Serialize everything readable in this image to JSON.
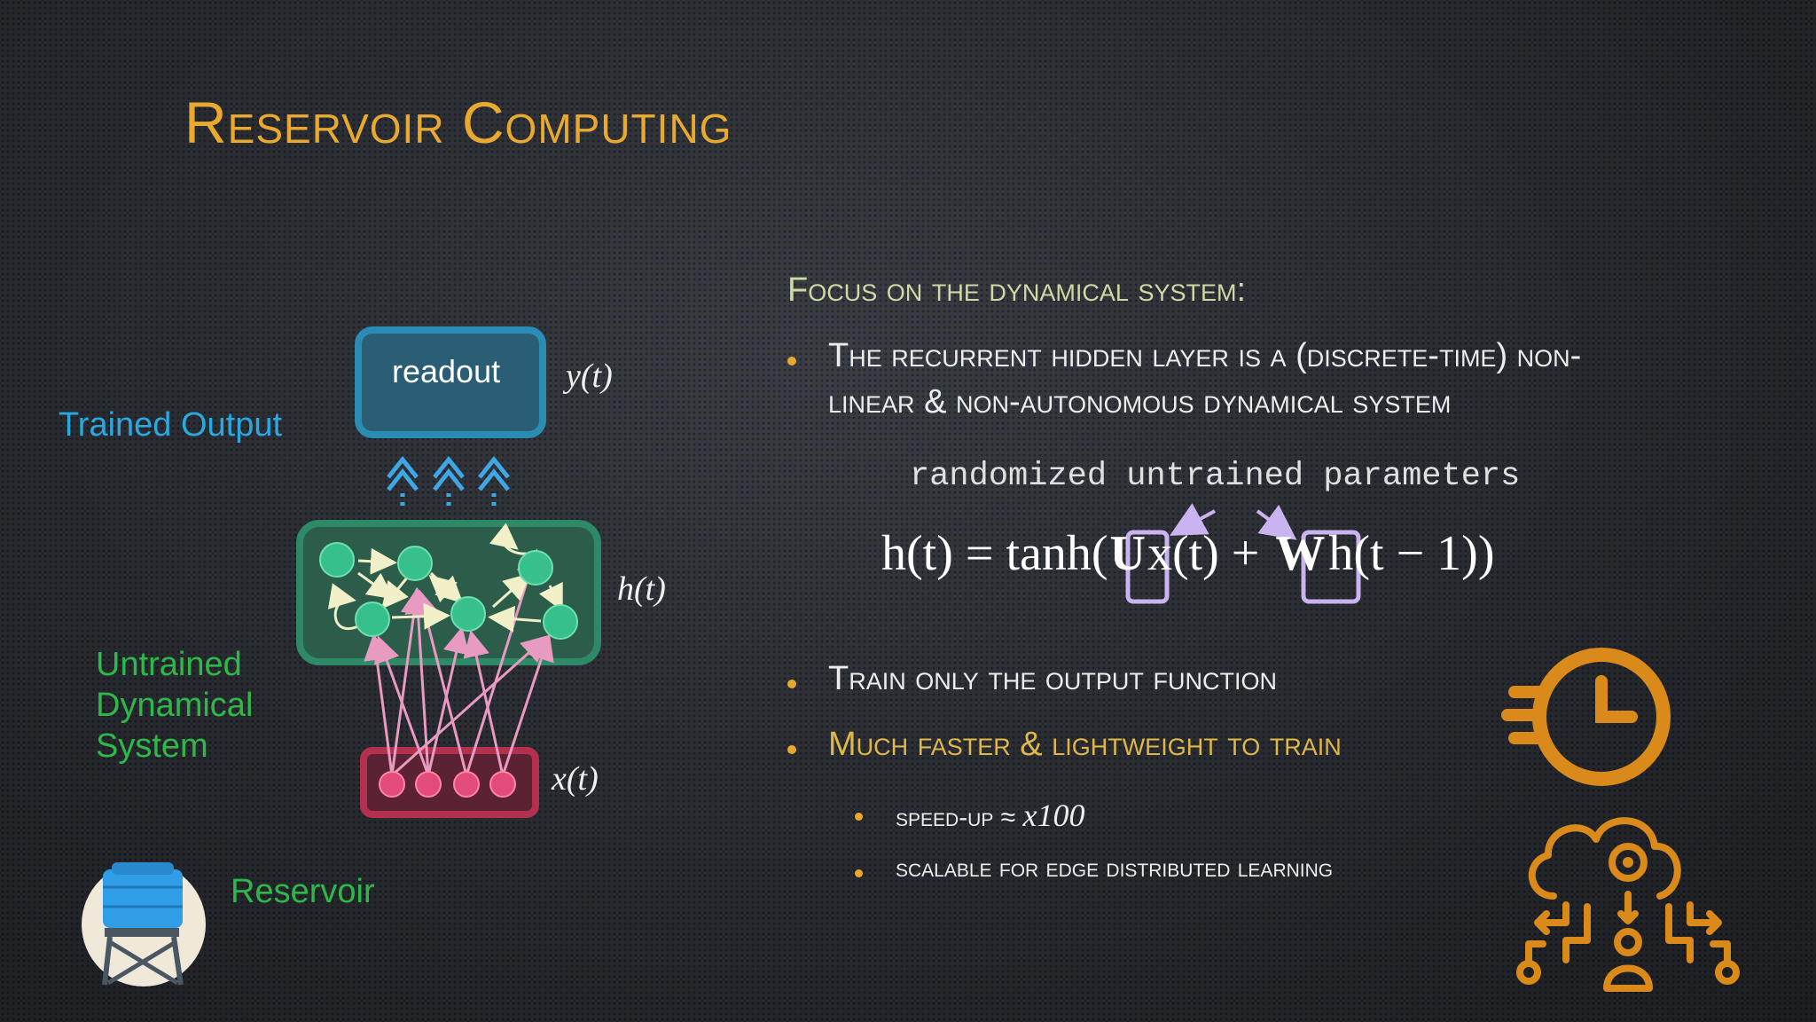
{
  "slide": {
    "title": "Reservoir Computing",
    "focus_heading": "Focus on the dynamical system:",
    "bullet1_line1": "The recurrent hidden layer is a (discrete-time) non-",
    "bullet1_line2": "linear & non-autonomous dynamical system",
    "annotation": "randomized untrained parameters",
    "equation": {
      "lhs": "h(t) = tanh(",
      "U": "U",
      "mid": "x(t) + ",
      "W": "W",
      "rhs": "h(t − 1))"
    },
    "bullet2": "Train only the output function",
    "bullet3": "Much faster & lightweight to train",
    "sub1_text": "speed-up ≈ ",
    "sub1_math": "x100",
    "sub2": "scalable for edge distributed learning"
  },
  "diagram": {
    "readout_label": "readout",
    "y_label": "y(t)",
    "h_label": "h(t)",
    "x_label": "x(t)",
    "trained_output": "Trained Output",
    "untrained_line1": "Untrained",
    "untrained_line2": "Dynamical",
    "untrained_line3": "System",
    "reservoir": "Reservoir"
  },
  "colors": {
    "title": "#e9a92f",
    "readout_box": "#2a7fa3",
    "hidden_box": "#2e8a66",
    "input_box": "#b4304f",
    "accent_purple": "#c9b4f0"
  },
  "icons": [
    "water-tower-icon",
    "clock-speed-icon",
    "cloud-gear-network-icon"
  ]
}
